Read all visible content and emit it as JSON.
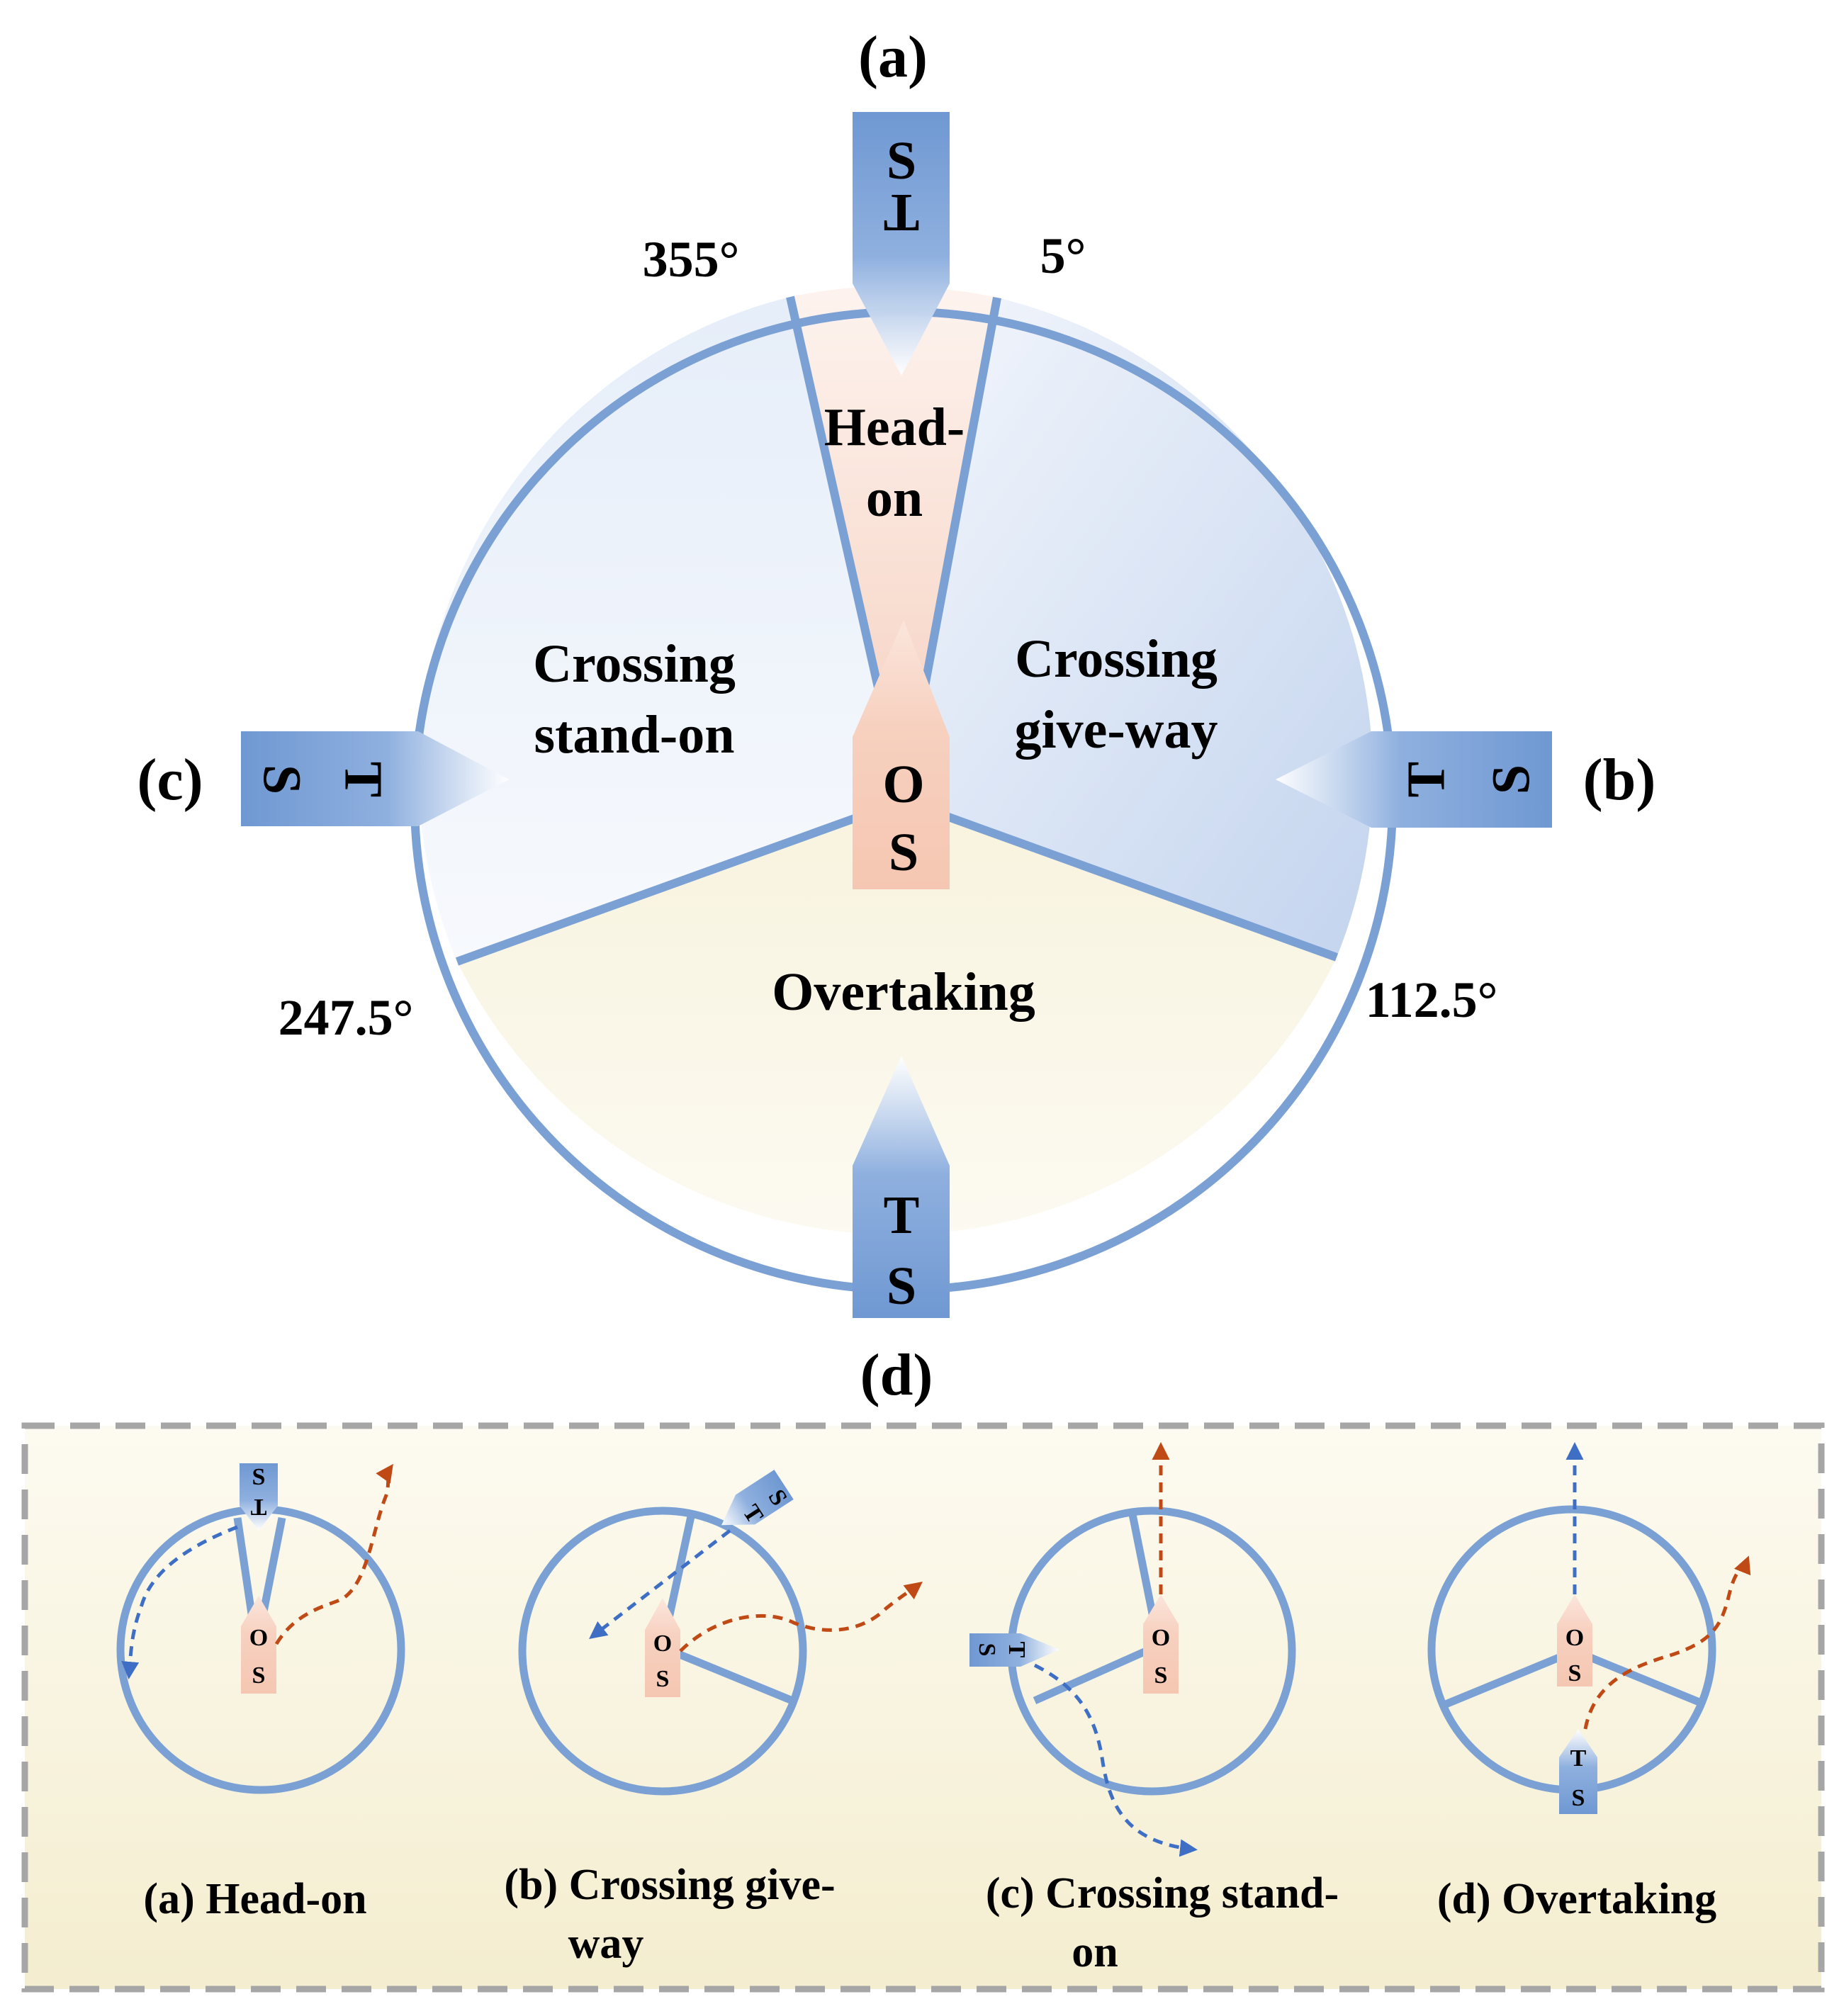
{
  "main_diagram": {
    "sectors": {
      "head_on": [
        "Head-",
        "on"
      ],
      "crossing_give_way": [
        "Crossing",
        "give-way"
      ],
      "crossing_stand_on": [
        "Crossing",
        "stand-on"
      ],
      "overtaking": "Overtaking"
    },
    "angles": {
      "a355": "355°",
      "a5": "5°",
      "a112": "112.5°",
      "a247": "247.5°"
    },
    "encounter_labels": {
      "a": "(a)",
      "b": "(b)",
      "c": "(c)",
      "d": "(d)"
    },
    "own_ship": [
      "O",
      "S"
    ],
    "target_ship": [
      "T",
      "S"
    ]
  },
  "colors": {
    "ring": "#7aa0d4",
    "target_ship": "#6f98d2",
    "own_ship": "#f7cdb9",
    "head_on_sector": "#f9e0d6",
    "give_way_sector": "#d6e1f3",
    "stand_on_sector": "#eef3fa",
    "overtaking_sector": "#faf6e4",
    "panel": "#f6f0d2",
    "panel_border": "#a6a6a6",
    "target_path": "#3f6fc4",
    "own_path": "#c04a15"
  },
  "panel": {
    "captions": {
      "head_on": "(a) Head-on",
      "give_way": [
        "(b) Crossing give-",
        "way"
      ],
      "stand_on": [
        "(c) Crossing stand-",
        "on"
      ],
      "overtaking": "(d) Overtaking"
    }
  }
}
